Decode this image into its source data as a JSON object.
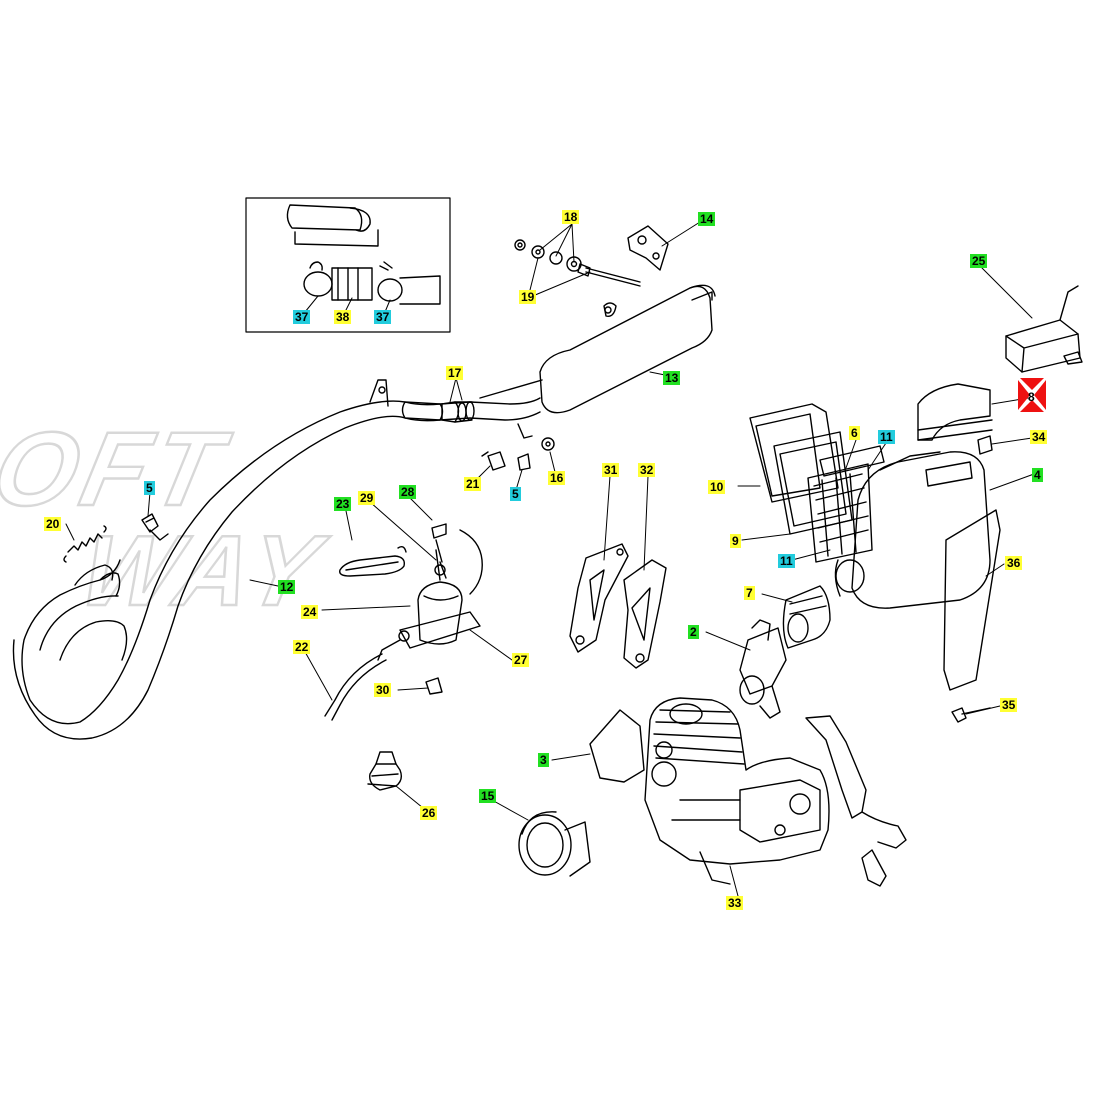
{
  "watermark": {
    "line1": "SOFT",
    "line2": "WAY"
  },
  "colors": {
    "yellow": "#ffff33",
    "green": "#22e022",
    "cyan": "#22ccdd",
    "mark": "#ee1111"
  },
  "callouts": [
    {
      "id": "c18",
      "text": "18",
      "color": "yellow"
    },
    {
      "id": "c14",
      "text": "14",
      "color": "green"
    },
    {
      "id": "c19",
      "text": "19",
      "color": "yellow"
    },
    {
      "id": "c25",
      "text": "25",
      "color": "green"
    },
    {
      "id": "c37a",
      "text": "37",
      "color": "cyan"
    },
    {
      "id": "c38",
      "text": "38",
      "color": "yellow"
    },
    {
      "id": "c37b",
      "text": "37",
      "color": "cyan"
    },
    {
      "id": "c17",
      "text": "17",
      "color": "yellow"
    },
    {
      "id": "c13",
      "text": "13",
      "color": "green"
    },
    {
      "id": "c8",
      "text": "8",
      "color": "plain"
    },
    {
      "id": "c34",
      "text": "34",
      "color": "yellow"
    },
    {
      "id": "c6",
      "text": "6",
      "color": "yellow"
    },
    {
      "id": "c11a",
      "text": "11",
      "color": "cyan"
    },
    {
      "id": "c16",
      "text": "16",
      "color": "yellow"
    },
    {
      "id": "c21",
      "text": "21",
      "color": "yellow"
    },
    {
      "id": "c5a",
      "text": "5",
      "color": "cyan"
    },
    {
      "id": "c31",
      "text": "31",
      "color": "yellow"
    },
    {
      "id": "c32",
      "text": "32",
      "color": "yellow"
    },
    {
      "id": "c10",
      "text": "10",
      "color": "yellow"
    },
    {
      "id": "c4",
      "text": "4",
      "color": "green"
    },
    {
      "id": "c5b",
      "text": "5",
      "color": "cyan"
    },
    {
      "id": "c29",
      "text": "29",
      "color": "yellow"
    },
    {
      "id": "c28",
      "text": "28",
      "color": "green"
    },
    {
      "id": "c23",
      "text": "23",
      "color": "green"
    },
    {
      "id": "c20",
      "text": "20",
      "color": "yellow"
    },
    {
      "id": "c9",
      "text": "9",
      "color": "yellow"
    },
    {
      "id": "c11b",
      "text": "11",
      "color": "cyan"
    },
    {
      "id": "c36",
      "text": "36",
      "color": "yellow"
    },
    {
      "id": "c12",
      "text": "12",
      "color": "green"
    },
    {
      "id": "c7",
      "text": "7",
      "color": "yellow"
    },
    {
      "id": "c24",
      "text": "24",
      "color": "yellow"
    },
    {
      "id": "c2",
      "text": "2",
      "color": "green"
    },
    {
      "id": "c22",
      "text": "22",
      "color": "yellow"
    },
    {
      "id": "c27",
      "text": "27",
      "color": "yellow"
    },
    {
      "id": "c30",
      "text": "30",
      "color": "yellow"
    },
    {
      "id": "c35",
      "text": "35",
      "color": "yellow"
    },
    {
      "id": "c3",
      "text": "3",
      "color": "green"
    },
    {
      "id": "c15",
      "text": "15",
      "color": "green"
    },
    {
      "id": "c26",
      "text": "26",
      "color": "yellow"
    },
    {
      "id": "c33",
      "text": "33",
      "color": "yellow"
    }
  ]
}
